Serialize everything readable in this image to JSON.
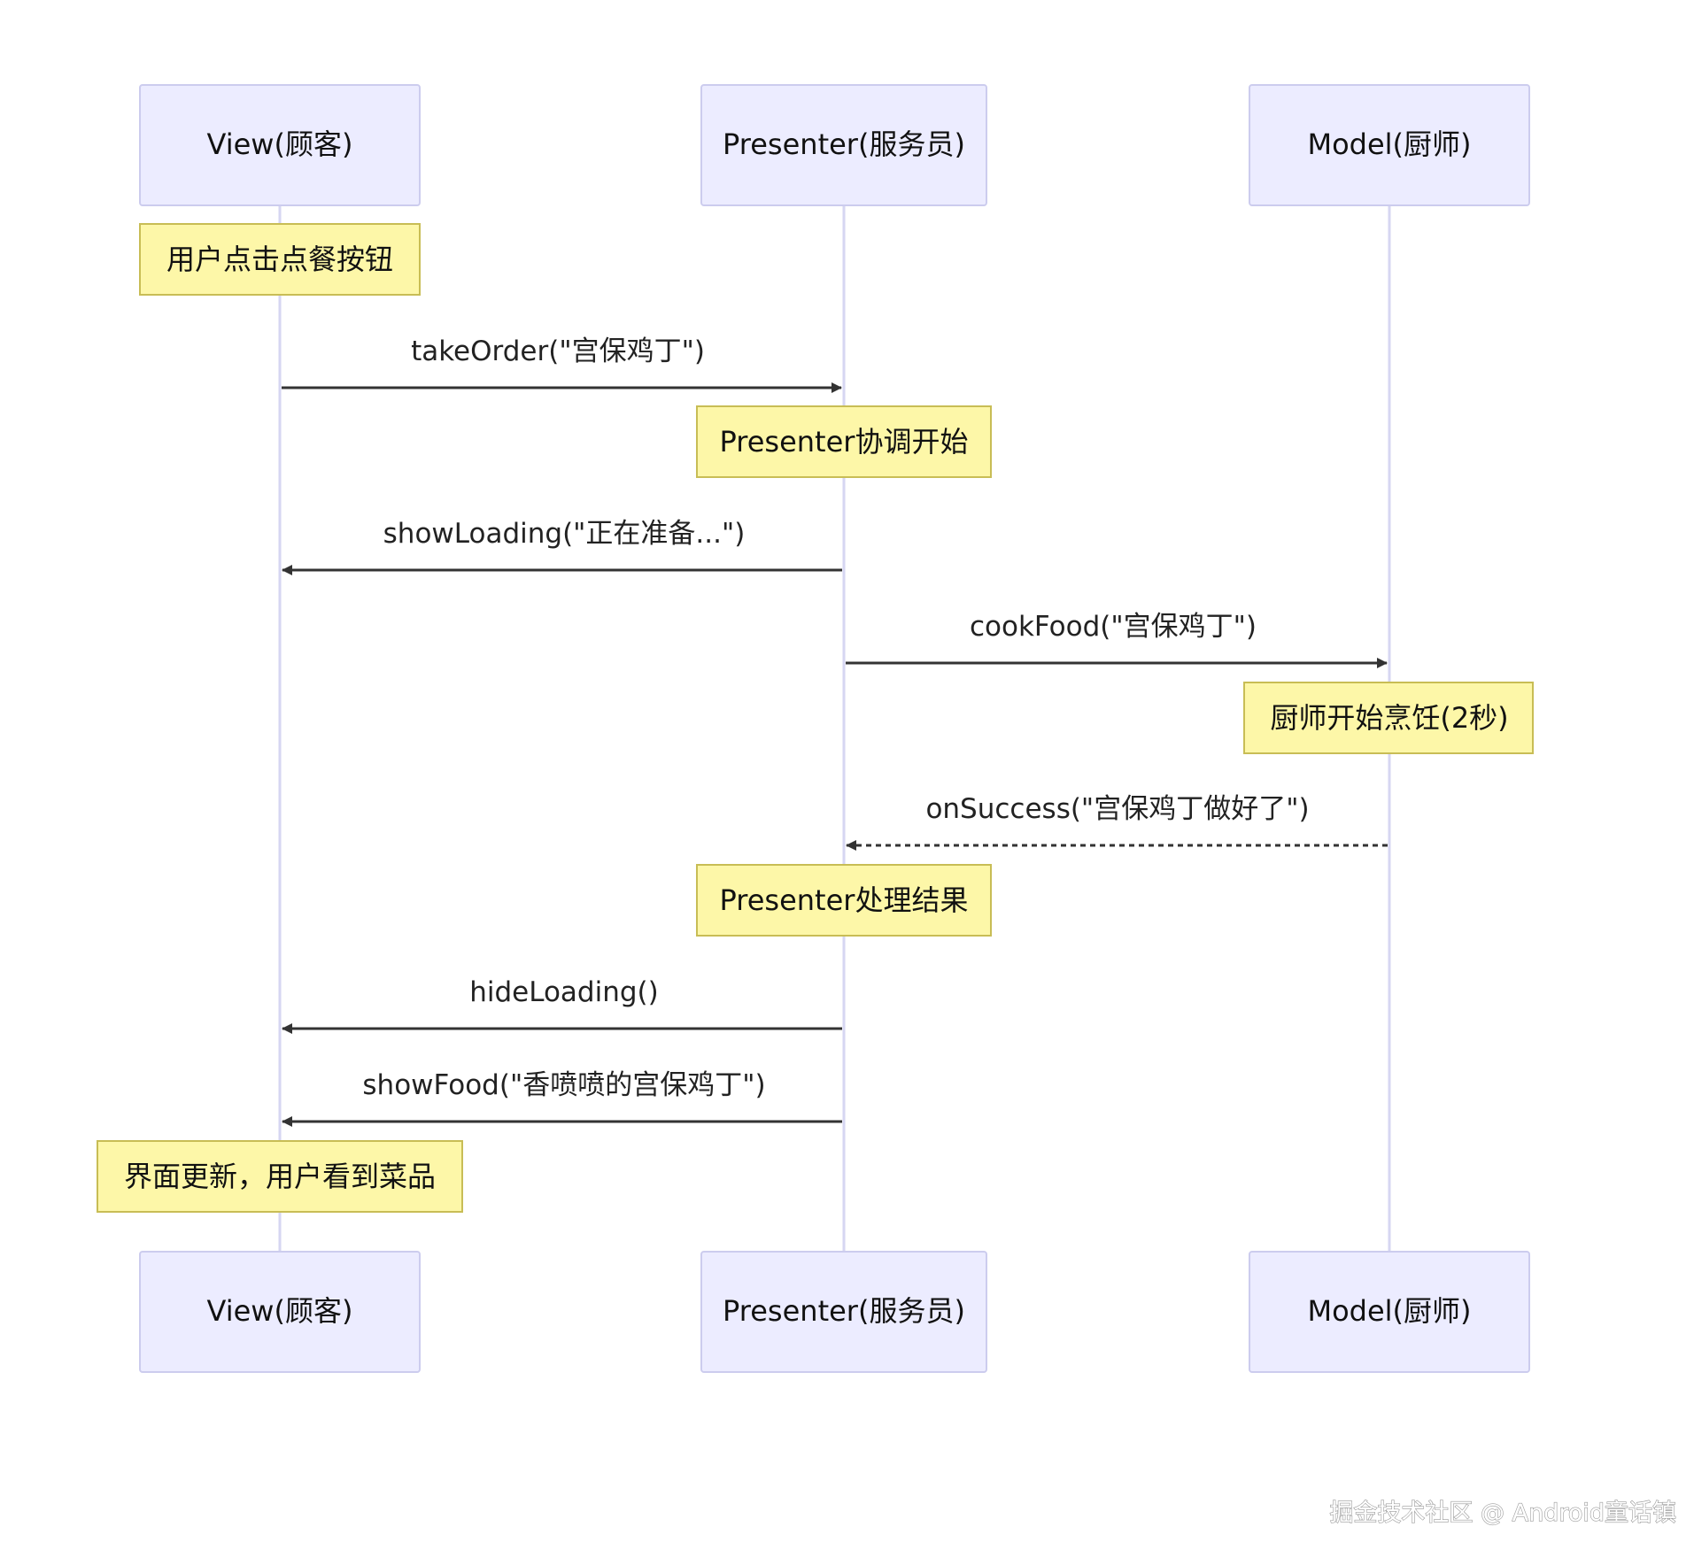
{
  "participants": [
    {
      "id": "view",
      "label": "View(顾客)"
    },
    {
      "id": "presenter",
      "label": "Presenter(服务员)"
    },
    {
      "id": "model",
      "label": "Model(厨师)"
    }
  ],
  "steps": [
    {
      "kind": "note",
      "over": "view",
      "text": "用户点击点餐按钮"
    },
    {
      "kind": "message",
      "from": "view",
      "to": "presenter",
      "text": "takeOrder(\"宫保鸡丁\")",
      "style": "solid"
    },
    {
      "kind": "note",
      "over": "presenter",
      "text": "Presenter协调开始"
    },
    {
      "kind": "message",
      "from": "presenter",
      "to": "view",
      "text": "showLoading(\"正在准备...\")",
      "style": "solid"
    },
    {
      "kind": "message",
      "from": "presenter",
      "to": "model",
      "text": "cookFood(\"宫保鸡丁\")",
      "style": "solid"
    },
    {
      "kind": "note",
      "over": "model",
      "text": "厨师开始烹饪(2秒)"
    },
    {
      "kind": "message",
      "from": "model",
      "to": "presenter",
      "text": "onSuccess(\"宫保鸡丁做好了\")",
      "style": "dashed"
    },
    {
      "kind": "note",
      "over": "presenter",
      "text": "Presenter处理结果"
    },
    {
      "kind": "message",
      "from": "presenter",
      "to": "view",
      "text": "hideLoading()",
      "style": "solid"
    },
    {
      "kind": "message",
      "from": "presenter",
      "to": "view",
      "text": "showFood(\"香喷喷的宫保鸡丁\")",
      "style": "solid"
    },
    {
      "kind": "note",
      "over": "view",
      "text": "界面更新，用户看到菜品"
    }
  ],
  "watermark": "掘金技术社区 @ Android童话镇",
  "colors": {
    "actor_fill": "#ececff",
    "actor_stroke": "#ccccee",
    "note_fill": "#fdf7a8",
    "note_stroke": "#c8bd55",
    "lifeline": "#d6d6f2",
    "arrow": "#333333"
  }
}
